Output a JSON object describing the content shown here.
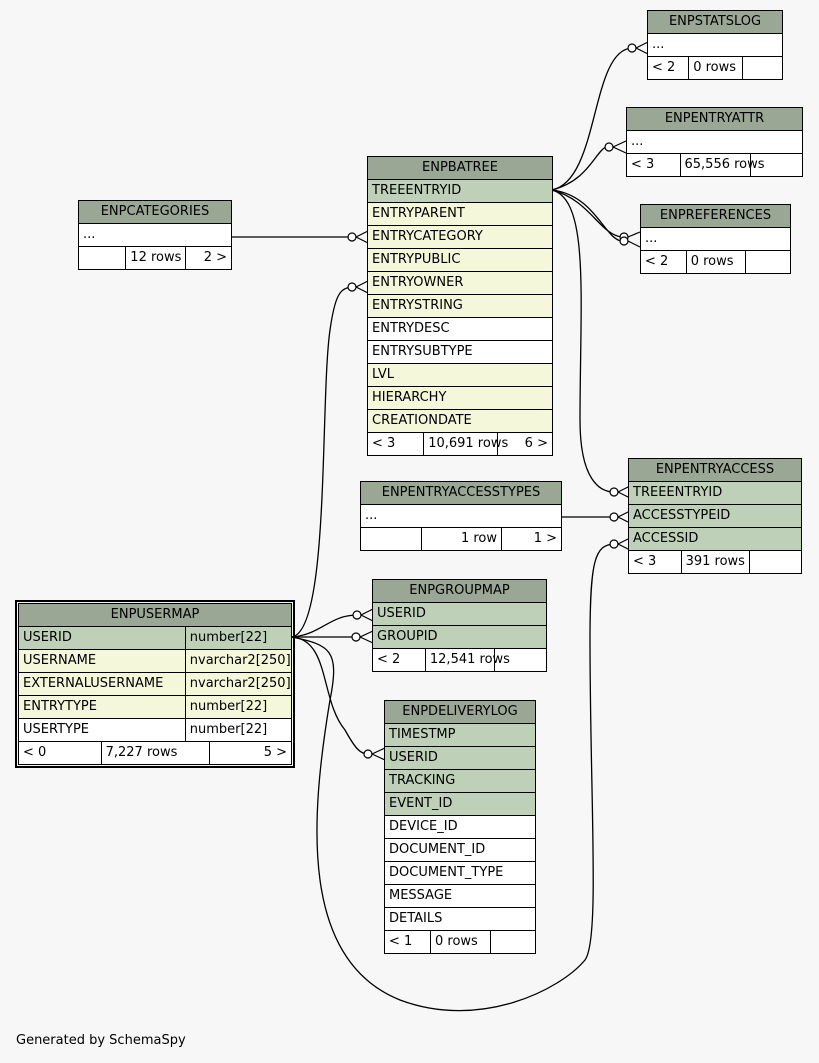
{
  "tables": {
    "enpstatslog": {
      "name": "ENPSTATSLOG",
      "rows": [
        {
          "cols": [
            "..."
          ],
          "style": "plain"
        }
      ],
      "footer": [
        "< 2",
        "0 rows",
        ""
      ]
    },
    "enpentryattr": {
      "name": "ENPENTRYATTR",
      "rows": [
        {
          "cols": [
            "..."
          ],
          "style": "plain"
        }
      ],
      "footer": [
        "< 3",
        "65,556 rows",
        ""
      ]
    },
    "enppreferences": {
      "name": "ENPREFERENCES",
      "rows": [
        {
          "cols": [
            "..."
          ],
          "style": "plain"
        }
      ],
      "footer": [
        "< 2",
        "0 rows",
        ""
      ]
    },
    "enpcategories": {
      "name": "ENPCATEGORIES",
      "rows": [
        {
          "cols": [
            "..."
          ],
          "style": "plain"
        }
      ],
      "footer": [
        "",
        "12 rows",
        "2 >"
      ]
    },
    "enpbatree": {
      "name": "ENPBATREE",
      "rows": [
        {
          "cols": [
            "TREEENTRYID"
          ],
          "style": "pk"
        },
        {
          "cols": [
            "ENTRYPARENT"
          ],
          "style": "idx"
        },
        {
          "cols": [
            "ENTRYCATEGORY"
          ],
          "style": "idx"
        },
        {
          "cols": [
            "ENTRYPUBLIC"
          ],
          "style": "idx"
        },
        {
          "cols": [
            "ENTRYOWNER"
          ],
          "style": "idx"
        },
        {
          "cols": [
            "ENTRYSTRING"
          ],
          "style": "idx"
        },
        {
          "cols": [
            "ENTRYDESC"
          ],
          "style": "plain"
        },
        {
          "cols": [
            "ENTRYSUBTYPE"
          ],
          "style": "plain"
        },
        {
          "cols": [
            "LVL"
          ],
          "style": "idx"
        },
        {
          "cols": [
            "HIERARCHY"
          ],
          "style": "idx"
        },
        {
          "cols": [
            "CREATIONDATE"
          ],
          "style": "idx"
        }
      ],
      "footer": [
        "< 3",
        "10,691 rows",
        "6 >"
      ]
    },
    "enpentryaccesstypes": {
      "name": "ENPENTRYACCESSTYPES",
      "rows": [
        {
          "cols": [
            "..."
          ],
          "style": "plain"
        }
      ],
      "footer": [
        "",
        "1 row",
        "1 >"
      ]
    },
    "enpentryaccess": {
      "name": "ENPENTRYACCESS",
      "rows": [
        {
          "cols": [
            "TREEENTRYID"
          ],
          "style": "pk"
        },
        {
          "cols": [
            "ACCESSTYPEID"
          ],
          "style": "pk"
        },
        {
          "cols": [
            "ACCESSID"
          ],
          "style": "pk"
        }
      ],
      "footer": [
        "< 3",
        "391 rows",
        ""
      ]
    },
    "enpusermap": {
      "name": "ENPUSERMAP",
      "rows": [
        {
          "cols": [
            "USERID",
            "number[22]"
          ],
          "style": "pk"
        },
        {
          "cols": [
            "USERNAME",
            "nvarchar2[250]"
          ],
          "style": "idx"
        },
        {
          "cols": [
            "EXTERNALUSERNAME",
            "nvarchar2[250]"
          ],
          "style": "idx"
        },
        {
          "cols": [
            "ENTRYTYPE",
            "number[22]"
          ],
          "style": "idx"
        },
        {
          "cols": [
            "USERTYPE",
            "number[22]"
          ],
          "style": "plain"
        }
      ],
      "footer": [
        "< 0",
        "7,227 rows",
        "5 >"
      ]
    },
    "enpgroupmap": {
      "name": "ENPGROUPMAP",
      "rows": [
        {
          "cols": [
            "USERID"
          ],
          "style": "pk"
        },
        {
          "cols": [
            "GROUPID"
          ],
          "style": "pk"
        }
      ],
      "footer": [
        "< 2",
        "12,541 rows",
        ""
      ]
    },
    "enpdeliverylog": {
      "name": "ENPDELIVERYLOG",
      "rows": [
        {
          "cols": [
            "TIMESTMP"
          ],
          "style": "pk"
        },
        {
          "cols": [
            "USERID"
          ],
          "style": "pk"
        },
        {
          "cols": [
            "TRACKING"
          ],
          "style": "pk"
        },
        {
          "cols": [
            "EVENT_ID"
          ],
          "style": "pk"
        },
        {
          "cols": [
            "DEVICE_ID"
          ],
          "style": "plain"
        },
        {
          "cols": [
            "DOCUMENT_ID"
          ],
          "style": "plain"
        },
        {
          "cols": [
            "DOCUMENT_TYPE"
          ],
          "style": "plain"
        },
        {
          "cols": [
            "MESSAGE"
          ],
          "style": "plain"
        },
        {
          "cols": [
            "DETAILS"
          ],
          "style": "plain"
        }
      ],
      "footer": [
        "< 1",
        "0 rows",
        ""
      ]
    }
  },
  "colors": {
    "header": "#99a794",
    "primary_key": "#bed1b8",
    "indexed": "#f4f7da",
    "background": "#f7f7f7"
  },
  "credit": "Generated by SchemaSpy"
}
